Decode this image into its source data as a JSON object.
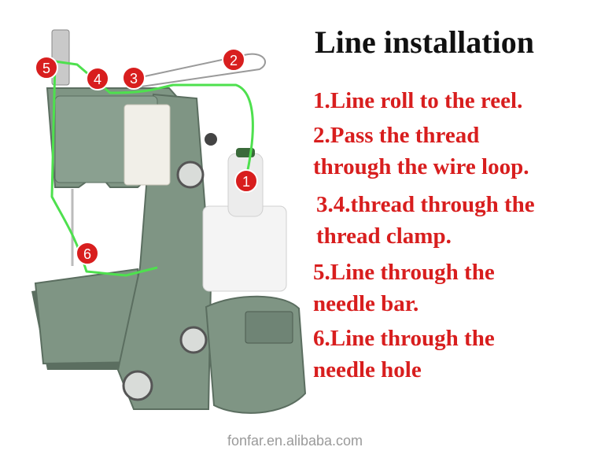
{
  "title": "Line installation",
  "steps": [
    {
      "lines": [
        "1.Line roll to the reel."
      ]
    },
    {
      "lines": [
        "2.Pass the thread",
        "through the wire loop."
      ]
    },
    {
      "lines": [
        "3.4.thread through the",
        "thread clamp."
      ]
    },
    {
      "lines": [
        "5.Line through the",
        "needle bar."
      ]
    },
    {
      "lines": [
        "6.Line through the",
        "needle hole"
      ]
    }
  ],
  "markers": [
    {
      "label": "1",
      "color": "#d81e1e"
    },
    {
      "label": "2",
      "color": "#d81e1e"
    },
    {
      "label": "3",
      "color": "#d81e1e"
    },
    {
      "label": "4",
      "color": "#d81e1e"
    },
    {
      "label": "5",
      "color": "#d81e1e"
    },
    {
      "label": "6",
      "color": "#d81e1e"
    }
  ],
  "watermark": "fonfar.en.alibaba.com",
  "colors": {
    "machine_body": "#7f9584",
    "machine_shadow": "#5b6e60",
    "thread_path": "#4ee04e",
    "accent_red": "#d81e1e",
    "text_dark": "#111111"
  }
}
